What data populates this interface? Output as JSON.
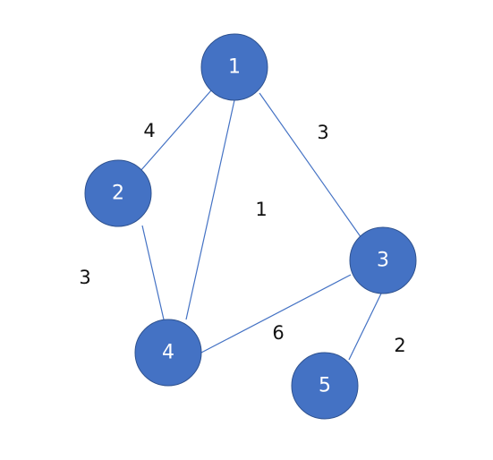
{
  "colors": {
    "node_fill": "#4472C4",
    "node_stroke": "#2F528F",
    "edge": "#4472C4",
    "node_text": "#FFFFFF",
    "weight_text": "#111111"
  },
  "nodes": [
    {
      "id": "n1",
      "label": "1"
    },
    {
      "id": "n2",
      "label": "2"
    },
    {
      "id": "n3",
      "label": "3"
    },
    {
      "id": "n4",
      "label": "4"
    },
    {
      "id": "n5",
      "label": "5"
    }
  ],
  "edges": [
    {
      "from": "n1",
      "to": "n2",
      "weight": "4"
    },
    {
      "from": "n1",
      "to": "n3",
      "weight": "3"
    },
    {
      "from": "n1",
      "to": "n4",
      "weight": "1"
    },
    {
      "from": "n2",
      "to": "n4",
      "weight": "3"
    },
    {
      "from": "n4",
      "to": "n3",
      "weight": "6"
    },
    {
      "from": "n3",
      "to": "n5",
      "weight": "2"
    }
  ]
}
